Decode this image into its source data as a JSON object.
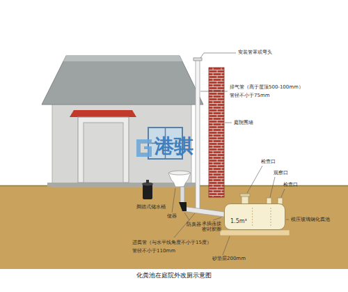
{
  "diagram": {
    "caption": "化粪池在庭院外改厕示意图",
    "nodes": [
      {
        "text": [
          "1.5m³"
        ]
      }
    ],
    "labels": [
      "安装管罩或弯头",
      "排气管（高于屋顶500-100mm）",
      "管径不小于75mm",
      "庭院围墙",
      "检查口",
      "观察口",
      "检查口",
      "模压玻璃钢化粪池",
      "脚踏式储水桶",
      "便器",
      "防臭器",
      "进粪管（与水平线角度不小于15度）",
      "管径不小于110mm",
      "承插连接 密封胶圈",
      "砂垫层200mm",
      "港骐"
    ]
  }
}
